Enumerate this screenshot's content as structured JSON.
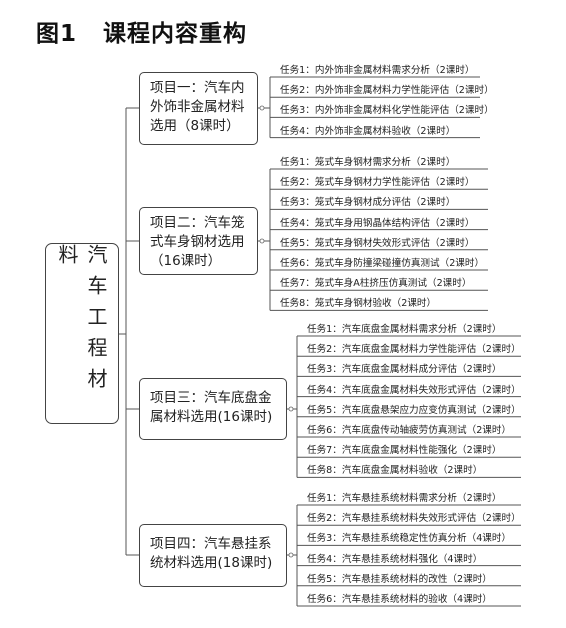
{
  "figure": {
    "number": "图1",
    "title": "课程内容重构"
  },
  "root": {
    "label": "汽车工程材料"
  },
  "projects": [
    {
      "label": "项目一：汽车内外饰非金属材料选用（8课时）",
      "tasks": [
        "任务1：内外饰非金属材料需求分析（2课时）",
        "任务2：内外饰非金属材料力学性能评估（2课时）",
        "任务3：内外饰非金属材料化学性能评估（2课时）",
        "任务4：内外饰非金属材料验收（2课时）"
      ]
    },
    {
      "label": "项目二：汽车笼式车身钢材选用（16课时）",
      "tasks": [
        "任务1：笼式车身钢材需求分析（2课时）",
        "任务2：笼式车身钢材力学性能评估（2课时）",
        "任务3：笼式车身钢材成分评估（2课时）",
        "任务4：笼式车身用钢晶体结构评估（2课时）",
        "任务5：笼式车身钢材失效形式评估（2课时）",
        "任务6：笼式车身防撞梁碰撞仿真测试（2课时）",
        "任务7：笼式车身A柱挤压仿真测试（2课时）",
        "任务8：笼式车身钢材验收（2课时）"
      ]
    },
    {
      "label": "项目三：汽车底盘金属材料选用(16课时)",
      "tasks": [
        "任务1：汽车底盘金属材料需求分析（2课时）",
        "任务2：汽车底盘金属材料力学性能评估（2课时）",
        "任务3：汽车底盘金属材料成分评估（2课时）",
        "任务4：汽车底盘金属材料失效形式评估（2课时）",
        "任务5：汽车底盘悬架应力应变仿真测试（2课时）",
        "任务6：汽车底盘传动轴疲劳仿真测试（2课时）",
        "任务7：汽车底盘金属材料性能强化（2课时）",
        "任务8：汽车底盘金属材料验收（2课时）"
      ]
    },
    {
      "label": "项目四：汽车悬挂系统材料选用(18课时)",
      "tasks": [
        "任务1：汽车悬挂系统材料需求分析（2课时）",
        "任务2：汽车悬挂系统材料失效形式评估（2课时）",
        "任务3：汽车悬挂系统稳定性仿真分析（4课时）",
        "任务4：汽车悬挂系统材料强化（4课时）",
        "任务5：汽车悬挂系统材料的改性（2课时）",
        "任务6：汽车悬挂系统材料的验收（4课时）"
      ]
    }
  ]
}
